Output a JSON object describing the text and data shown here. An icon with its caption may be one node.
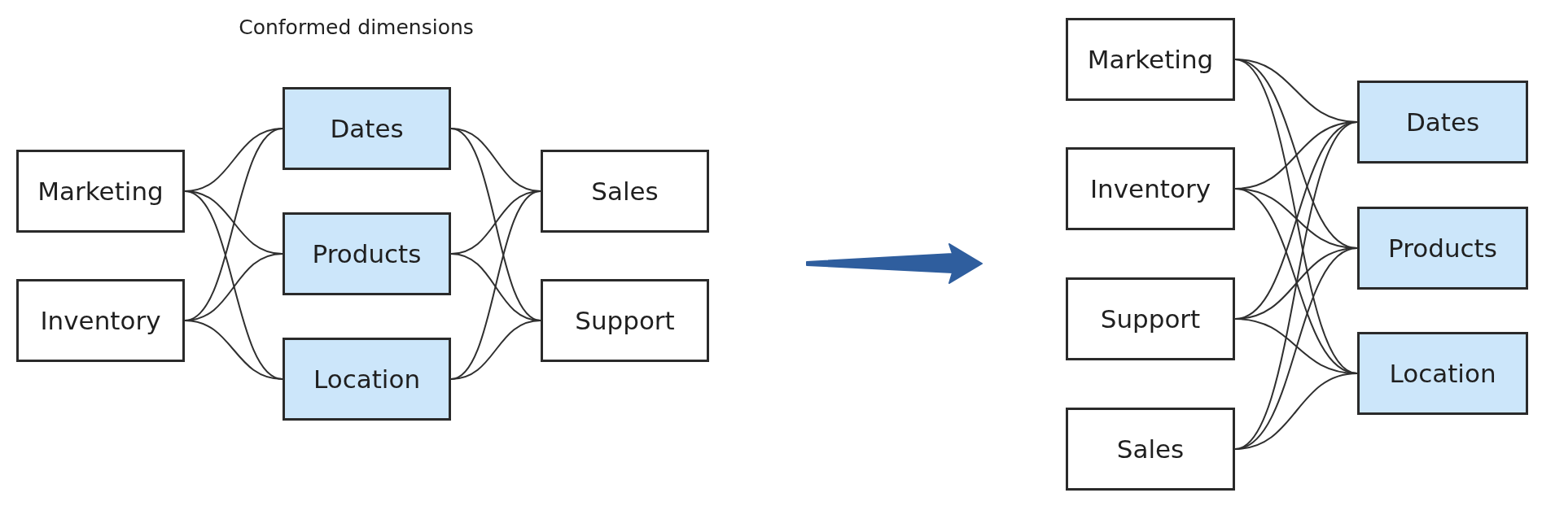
{
  "diagram": {
    "title": "Conformed dimensions",
    "nodes": [
      {
        "text": [
          "Marketing"
        ]
      },
      {
        "text": [
          "Inventory"
        ]
      },
      {
        "text": [
          "Dates"
        ]
      },
      {
        "text": [
          "Products"
        ]
      },
      {
        "text": [
          "Location"
        ]
      },
      {
        "text": [
          "Sales"
        ]
      },
      {
        "text": [
          "Support"
        ]
      },
      {
        "text": [
          "Marketing"
        ]
      },
      {
        "text": [
          "Inventory"
        ]
      },
      {
        "text": [
          "Support"
        ]
      },
      {
        "text": [
          "Sales"
        ]
      },
      {
        "text": [
          "Dates"
        ]
      },
      {
        "text": [
          "Products"
        ]
      },
      {
        "text": [
          "Location"
        ]
      }
    ],
    "edges": [
      {
        "from": 0,
        "to": 2,
        "arrow": "none"
      },
      {
        "from": 0,
        "to": 3,
        "arrow": "none"
      },
      {
        "from": 0,
        "to": 4,
        "arrow": "none"
      },
      {
        "from": 1,
        "to": 2,
        "arrow": "none"
      },
      {
        "from": 1,
        "to": 3,
        "arrow": "none"
      },
      {
        "from": 1,
        "to": 4,
        "arrow": "none"
      },
      {
        "from": 2,
        "to": 5,
        "arrow": "none"
      },
      {
        "from": 2,
        "to": 6,
        "arrow": "none"
      },
      {
        "from": 3,
        "to": 5,
        "arrow": "none"
      },
      {
        "from": 3,
        "to": 6,
        "arrow": "none"
      },
      {
        "from": 4,
        "to": 5,
        "arrow": "none"
      },
      {
        "from": 4,
        "to": 6,
        "arrow": "none"
      },
      {
        "from": 7,
        "to": 11,
        "arrow": "none"
      },
      {
        "from": 7,
        "to": 12,
        "arrow": "none"
      },
      {
        "from": 7,
        "to": 13,
        "arrow": "none"
      },
      {
        "from": 8,
        "to": 11,
        "arrow": "none"
      },
      {
        "from": 8,
        "to": 12,
        "arrow": "none"
      },
      {
        "from": 8,
        "to": 13,
        "arrow": "none"
      },
      {
        "from": 9,
        "to": 11,
        "arrow": "none"
      },
      {
        "from": 9,
        "to": 12,
        "arrow": "none"
      },
      {
        "from": 9,
        "to": 13,
        "arrow": "none"
      },
      {
        "from": 10,
        "to": 11,
        "arrow": "none"
      },
      {
        "from": 10,
        "to": 12,
        "arrow": "none"
      },
      {
        "from": 10,
        "to": 13,
        "arrow": "none"
      }
    ]
  }
}
